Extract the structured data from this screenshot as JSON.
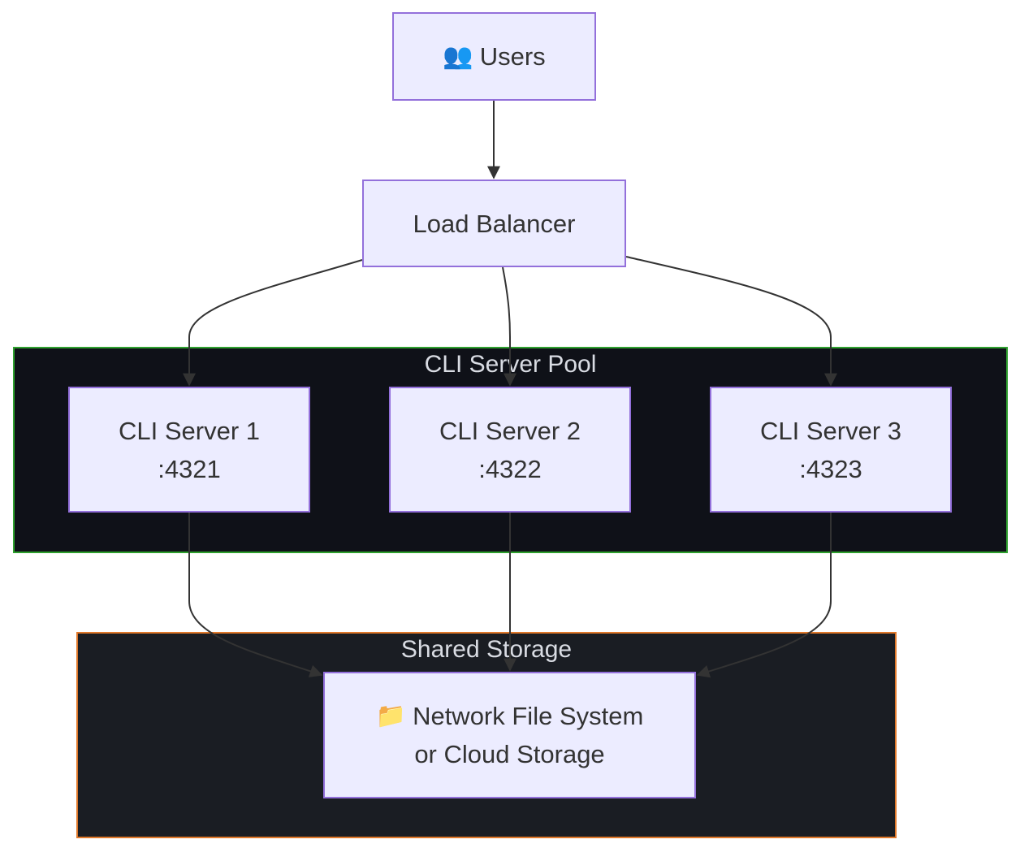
{
  "nodes": {
    "users": {
      "icon": "👥",
      "label": "Users"
    },
    "load_balancer": {
      "label": "Load Balancer"
    },
    "server1": {
      "line1": "CLI Server 1",
      "line2": ":4321"
    },
    "server2": {
      "line1": "CLI Server 2",
      "line2": ":4322"
    },
    "server3": {
      "line1": "CLI Server 3",
      "line2": ":4323"
    },
    "storage": {
      "icon": "📁",
      "line1": "Network File System",
      "line2": "or Cloud Storage"
    }
  },
  "groups": {
    "pool": {
      "title": "CLI Server Pool",
      "border_color": "#2ea02e"
    },
    "storage": {
      "title": "Shared Storage",
      "border_color": "#e0782a"
    }
  },
  "edges": [
    {
      "from": "users",
      "to": "load_balancer"
    },
    {
      "from": "load_balancer",
      "to": "server1"
    },
    {
      "from": "load_balancer",
      "to": "server2"
    },
    {
      "from": "load_balancer",
      "to": "server3"
    },
    {
      "from": "server1",
      "to": "storage"
    },
    {
      "from": "server2",
      "to": "storage"
    },
    {
      "from": "server3",
      "to": "storage"
    }
  ],
  "colors": {
    "node_fill": "#ececff",
    "node_border": "#9370db",
    "edge": "#333333"
  }
}
